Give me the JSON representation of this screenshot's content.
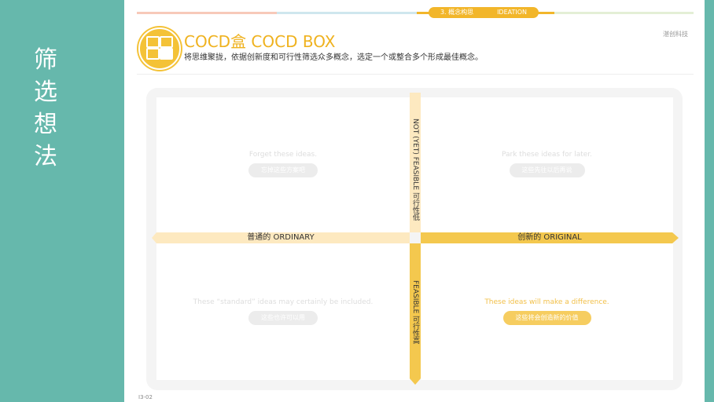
{
  "sidebar": {
    "title": "筛选想法"
  },
  "header": {
    "step_number": "3. 概念构思",
    "step_name": "IDEATION",
    "title": "COCD盒 COCD BOX",
    "subtitle": "将思维聚拢，依据创新度和可行性筛选众多概念，选定一个或整合多个形成最佳概念。",
    "brand": "湛创科技",
    "progress_colors": [
      "#f7c9b9",
      "#cfe7ee",
      "#f2b62a",
      "#e4efd6"
    ]
  },
  "axes": {
    "left": "普通的  ORDINARY",
    "right": "创新的  ORIGINAL",
    "top": "NOT (YET) FEASIBLE 可行性低",
    "bottom": "FEASIBLE 可行性高"
  },
  "quadrants": {
    "top_left": {
      "text": "Forget these ideas.",
      "pill": "忘掉这些方案吧"
    },
    "top_right": {
      "text": "Park these ideas for later.",
      "pill": "这些先往以后再说"
    },
    "bottom_left": {
      "text": "These “standard” ideas may certainly be included.",
      "pill": "这些也许可以用"
    },
    "bottom_right": {
      "text": "These ideas will make a difference.",
      "pill": "这些将会创造新的价值"
    }
  },
  "colors": {
    "accent": "#f2b62a",
    "sidebar": "#66b8ac",
    "ordinary_bar": "#fde9c0"
  },
  "page_number": "I3-02"
}
